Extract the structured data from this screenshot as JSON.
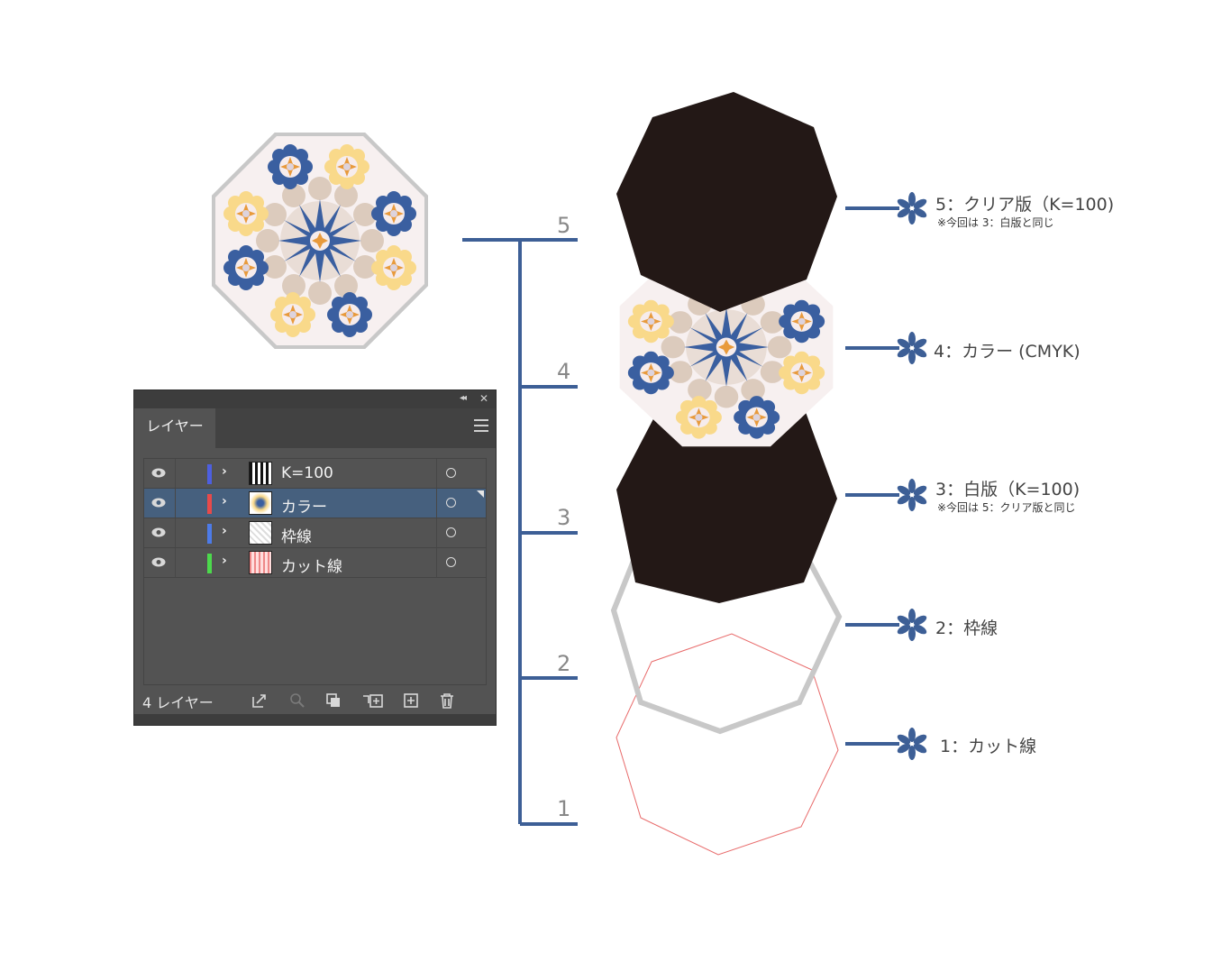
{
  "panel": {
    "tab_label": "レイヤー",
    "footer_count": "4 レイヤー",
    "layers": [
      {
        "name": "K=100",
        "color": "#4d5fe0"
      },
      {
        "name": "カラー",
        "color": "#e84a4a"
      },
      {
        "name": "枠線",
        "color": "#4d7be8"
      },
      {
        "name": "カット線",
        "color": "#4cd94c"
      }
    ],
    "selected_index": 1
  },
  "scale": {
    "numbers": [
      "5",
      "4",
      "3",
      "2",
      "1"
    ]
  },
  "labels": [
    {
      "title": "5：クリア版（K=100)",
      "note": "※今回は 3：白版と同じ"
    },
    {
      "title": "4：カラー (CMYK)",
      "note": ""
    },
    {
      "title": "3：白版（K=100)",
      "note": "※今回は 5：クリア版と同じ"
    },
    {
      "title": "2：枠線",
      "note": ""
    },
    {
      "title": "1：カット線",
      "note": ""
    }
  ],
  "colors": {
    "accent_blue": "#3d5f96",
    "plate_black": "#231816",
    "frame_gray": "#c8c8c8",
    "cut_red": "#e86a6a",
    "tile_blue": "#3a5fa0",
    "tile_yellow": "#f9d98a",
    "tile_beige": "#dccbbd",
    "tile_orange": "#e89a3c"
  }
}
